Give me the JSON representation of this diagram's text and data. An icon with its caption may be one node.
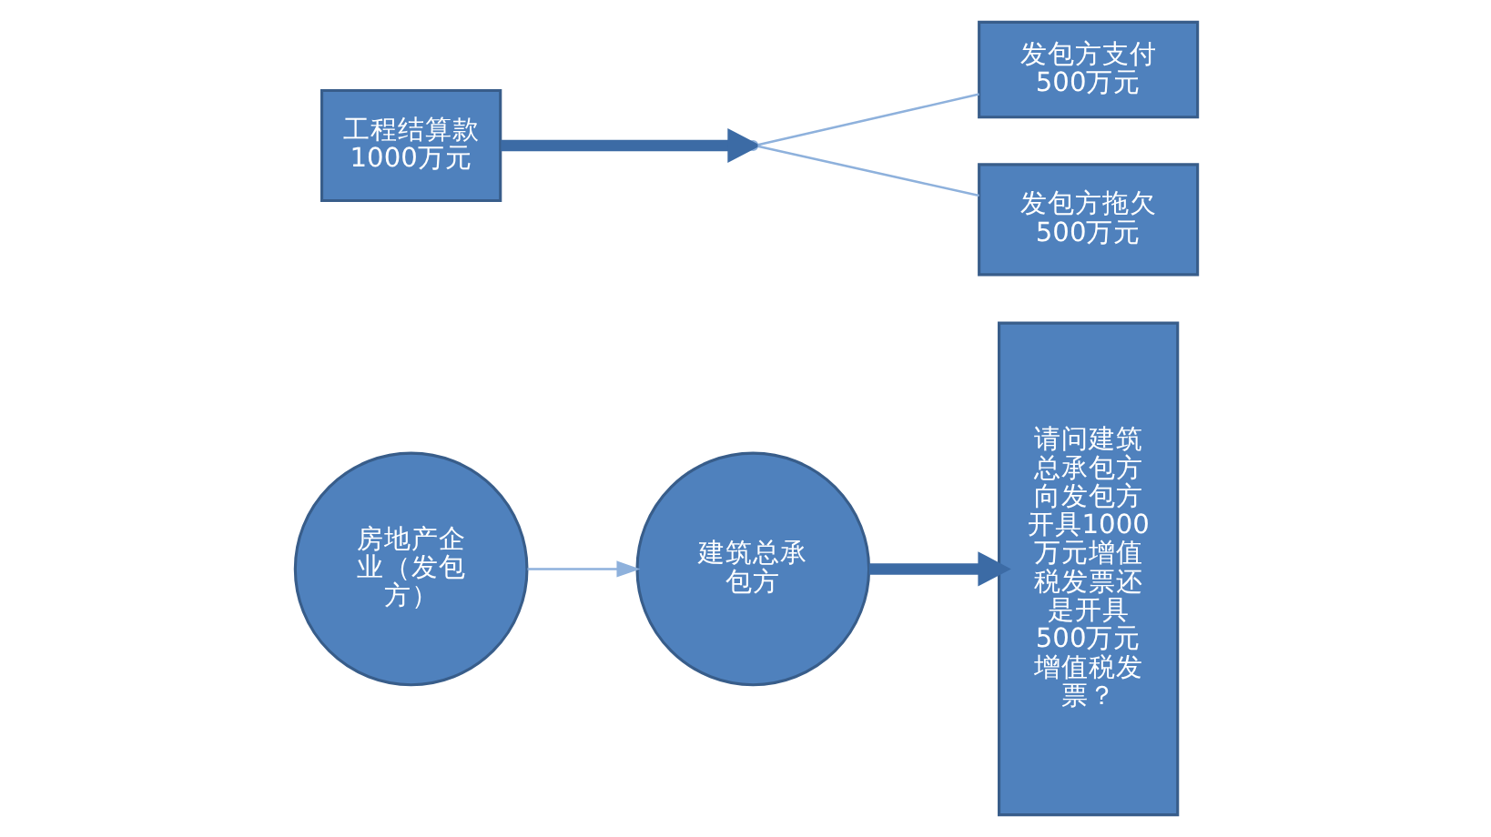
{
  "diagram": {
    "nodes": [
      {
        "text": [
          "房地产企业（发包方）"
        ]
      },
      {
        "text": [
          "建筑总承包方"
        ]
      },
      {
        "text": [
          "工程结算款1000万元"
        ]
      },
      {
        "text": [],
        "shape": "bracket"
      },
      {
        "text": [
          "发包方支付500万元"
        ]
      },
      {
        "text": [
          "发包方拖欠500万元"
        ]
      },
      {
        "text": [
          "请问建筑总承包方向发包方开具1000万元增值税发票还是开具500万元增值税发票？"
        ]
      }
    ],
    "edges": [
      {
        "from": 0,
        "to": 1,
        "arrow": "to"
      },
      {
        "from": 2,
        "to": 3,
        "arrow": "to",
        "style": "thick",
        "color": "#3c6ba5"
      },
      {
        "from": 3,
        "to": 4,
        "arrow": "none"
      },
      {
        "from": 3,
        "to": 5,
        "arrow": "none"
      },
      {
        "from": 1,
        "to": 6,
        "arrow": "to",
        "style": "thick",
        "color": "#3c6ba5"
      }
    ]
  }
}
